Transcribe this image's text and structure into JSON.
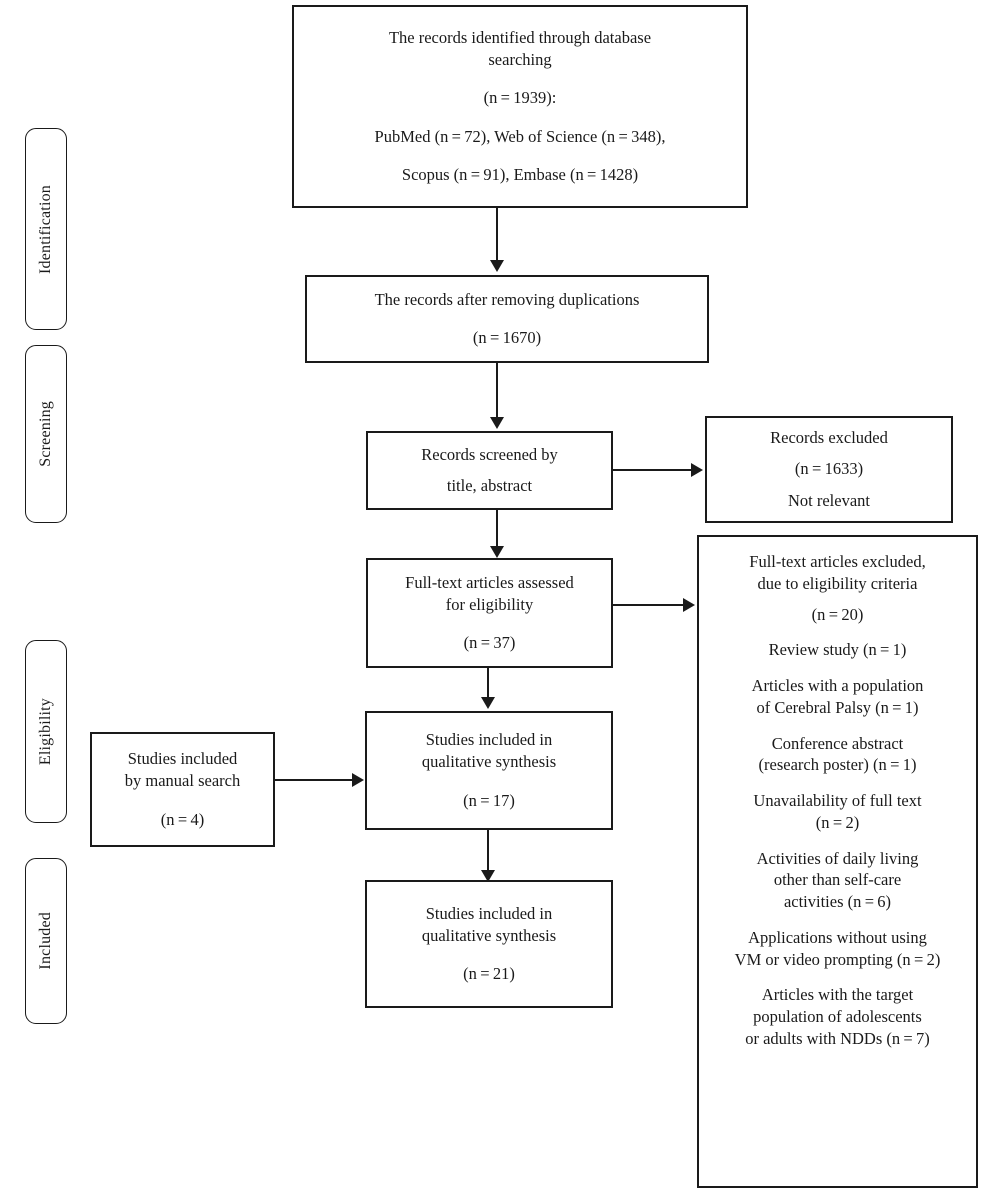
{
  "diagram": {
    "type": "prisma-flow-diagram",
    "title": "PRISMA study selection flow diagram"
  },
  "stages": [
    {
      "id": "identification",
      "label": "Identification"
    },
    {
      "id": "screening",
      "label": "Screening"
    },
    {
      "id": "eligibility",
      "label": "Eligibility"
    },
    {
      "id": "included",
      "label": "Included"
    }
  ],
  "nodes": {
    "records_identified": {
      "lines": [
        "The records identified through database",
        "searching",
        "(n = 1939):",
        "PubMed (n = 72), Web of Science (n = 348),",
        "Scopus (n = 91), Embase (n = 1428)"
      ]
    },
    "records_after_duplicates": {
      "lines": [
        "The records after removing duplications",
        "(n = 1670)"
      ]
    },
    "records_screened": {
      "lines": [
        "Records screened by",
        "title, abstract"
      ]
    },
    "records_excluded": {
      "lines": [
        "Records excluded",
        "(n = 1633)",
        "Not relevant"
      ]
    },
    "fulltext_assessed": {
      "lines": [
        "Full-text articles assessed",
        "for eligibility",
        "(n = 37)"
      ]
    },
    "manual_search": {
      "lines": [
        "Studies included",
        "by manual search",
        "(n = 4)"
      ]
    },
    "qualitative_synthesis_17": {
      "lines": [
        "Studies included in",
        "qualitative synthesis",
        "(n = 17)"
      ]
    },
    "qualitative_synthesis_21": {
      "lines": [
        "Studies included in",
        "qualitative synthesis",
        "(n = 21)"
      ]
    }
  },
  "exclusion_box": {
    "header": [
      "Full-text articles excluded,",
      "due to eligibility criteria",
      "(n = 20)"
    ],
    "reasons": [
      {
        "lines": [
          "Review study (n = 1)"
        ]
      },
      {
        "lines": [
          "Articles with a population",
          "of Cerebral Palsy (n = 1)"
        ]
      },
      {
        "lines": [
          "Conference abstract",
          "(research poster) (n = 1)"
        ]
      },
      {
        "lines": [
          "Unavailability of full text",
          "(n = 2)"
        ]
      },
      {
        "lines": [
          "Activities of daily living",
          "other than self-care",
          "activities (n = 6)"
        ]
      },
      {
        "lines": [
          "Applications without using",
          "VM or video prompting (n = 2)"
        ]
      },
      {
        "lines": [
          "Articles with the target",
          "population of adolescents",
          "or adults with NDDs (n = 7)"
        ]
      }
    ]
  },
  "counts": {
    "identified_total": 1939,
    "pubmed": 72,
    "web_of_science": 348,
    "scopus": 91,
    "embase": 1428,
    "after_duplicates": 1670,
    "screened_excluded": 1633,
    "fulltext_assessed": 37,
    "fulltext_excluded": 20,
    "manual_search": 4,
    "synthesis_first": 17,
    "synthesis_final": 21
  },
  "colors": {
    "stroke": "#1a1a1a",
    "background": "#ffffff",
    "text": "#1a1a1a"
  }
}
